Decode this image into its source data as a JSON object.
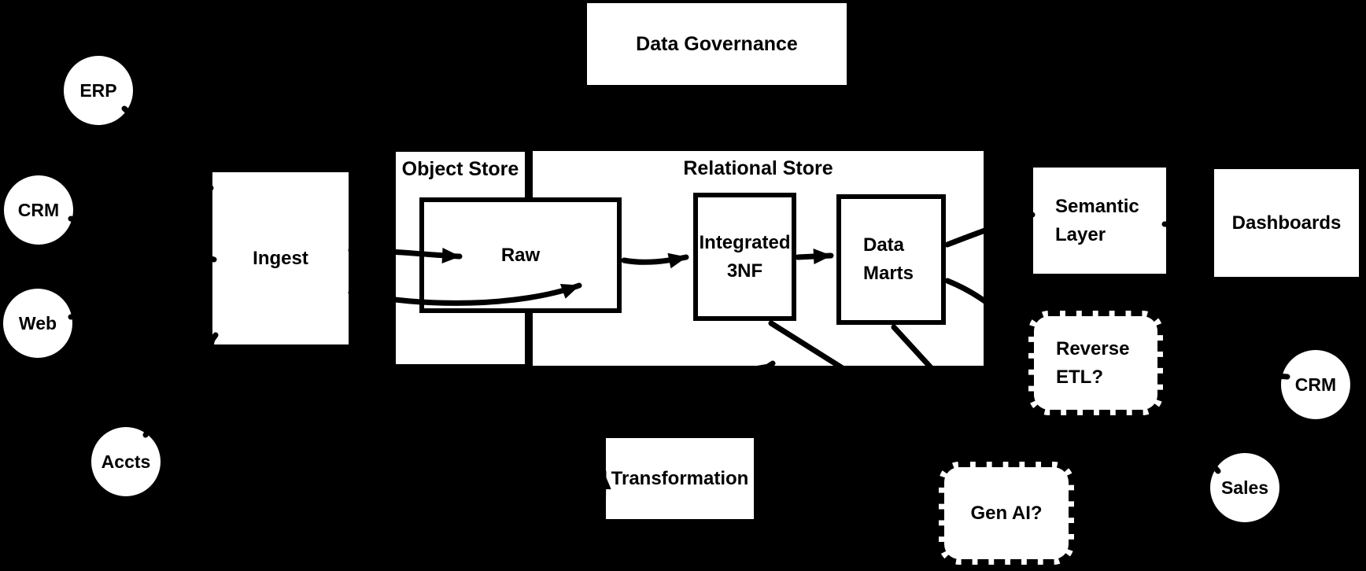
{
  "colors": {
    "background": "#000000",
    "shape_fill": "#ffffff",
    "stroke": "#000000"
  },
  "governance": {
    "label": "Data Governance"
  },
  "sources": [
    {
      "label": "ERP"
    },
    {
      "label": "CRM"
    },
    {
      "label": "Web"
    },
    {
      "label": "Accts"
    }
  ],
  "pipeline": {
    "ingest": {
      "label": "Ingest"
    },
    "object_store": {
      "label": "Object Store"
    },
    "relational_store": {
      "label": "Relational Store"
    },
    "raw": {
      "label": "Raw"
    },
    "integrated_3nf": {
      "line1": "Integrated",
      "line2": "3NF"
    },
    "data_marts": {
      "line1": "Data",
      "line2": "Marts"
    },
    "transformation": {
      "label": "Transformation"
    }
  },
  "serving": {
    "semantic_layer": {
      "line1": "Semantic",
      "line2": "Layer"
    },
    "dashboards": {
      "label": "Dashboards"
    },
    "reverse_etl": {
      "line1": "Reverse",
      "line2": "ETL?"
    },
    "gen_ai": {
      "label": "Gen AI?"
    }
  },
  "destinations": [
    {
      "label": "CRM"
    },
    {
      "label": "Sales"
    }
  ]
}
